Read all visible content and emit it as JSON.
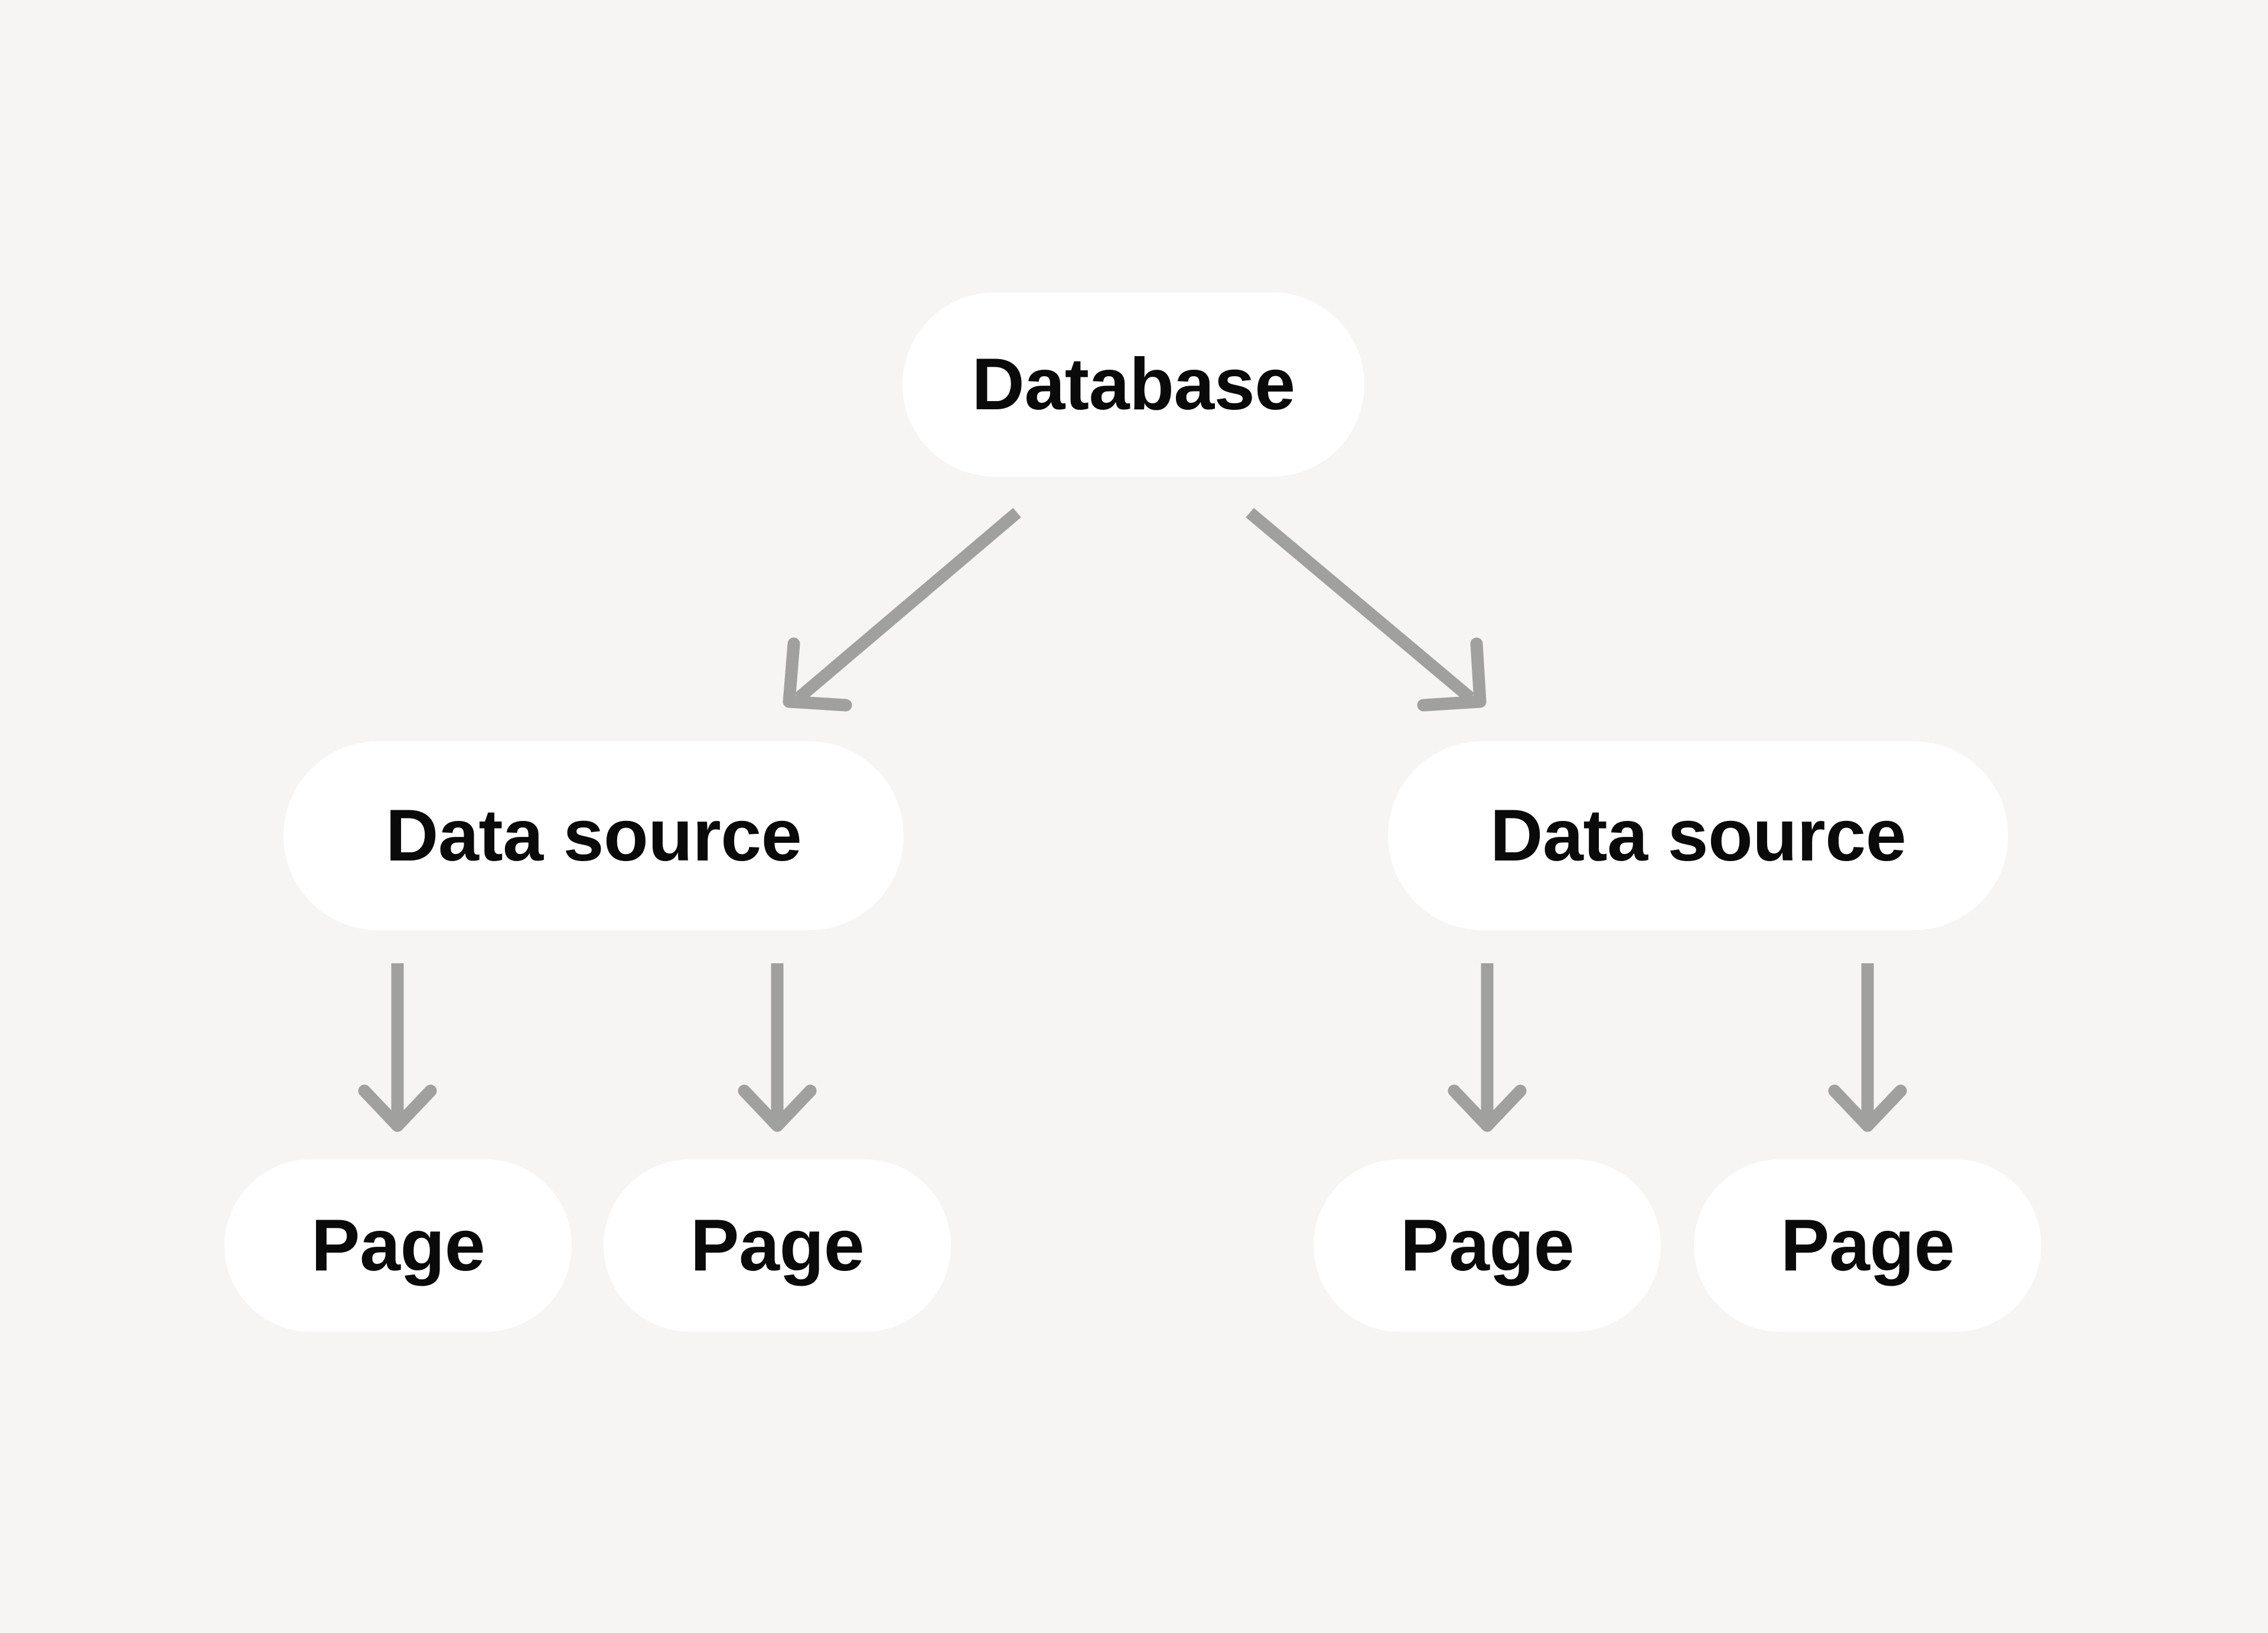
{
  "diagram": {
    "title": "Database to data source to page hierarchy",
    "background_color": "#f6f5f3",
    "node_fill_color": "#ffffff",
    "node_text_color": "#0a0a0a",
    "edge_color": "#a0a09e",
    "levels": [
      {
        "name": "database",
        "nodes": [
          {
            "id": "database",
            "label": "Database"
          }
        ]
      },
      {
        "name": "data-sources",
        "nodes": [
          {
            "id": "data-source-left",
            "label": "Data source"
          },
          {
            "id": "data-source-right",
            "label": "Data source"
          }
        ]
      },
      {
        "name": "pages",
        "nodes": [
          {
            "id": "page-1",
            "label": "Page"
          },
          {
            "id": "page-2",
            "label": "Page"
          },
          {
            "id": "page-3",
            "label": "Page"
          },
          {
            "id": "page-4",
            "label": "Page"
          }
        ]
      }
    ],
    "edges": [
      {
        "id": "edge-database-to-ds-left",
        "from": "database",
        "to": "data-source-left",
        "style": "diagonal-arrow"
      },
      {
        "id": "edge-database-to-ds-right",
        "from": "database",
        "to": "data-source-right",
        "style": "diagonal-arrow"
      },
      {
        "id": "edge-ds-left-to-page-1",
        "from": "data-source-left",
        "to": "page-1",
        "style": "vertical-arrow"
      },
      {
        "id": "edge-ds-left-to-page-2",
        "from": "data-source-left",
        "to": "page-2",
        "style": "vertical-arrow"
      },
      {
        "id": "edge-ds-right-to-page-3",
        "from": "data-source-right",
        "to": "page-3",
        "style": "vertical-arrow"
      },
      {
        "id": "edge-ds-right-to-page-4",
        "from": "data-source-right",
        "to": "page-4",
        "style": "vertical-arrow"
      }
    ]
  }
}
